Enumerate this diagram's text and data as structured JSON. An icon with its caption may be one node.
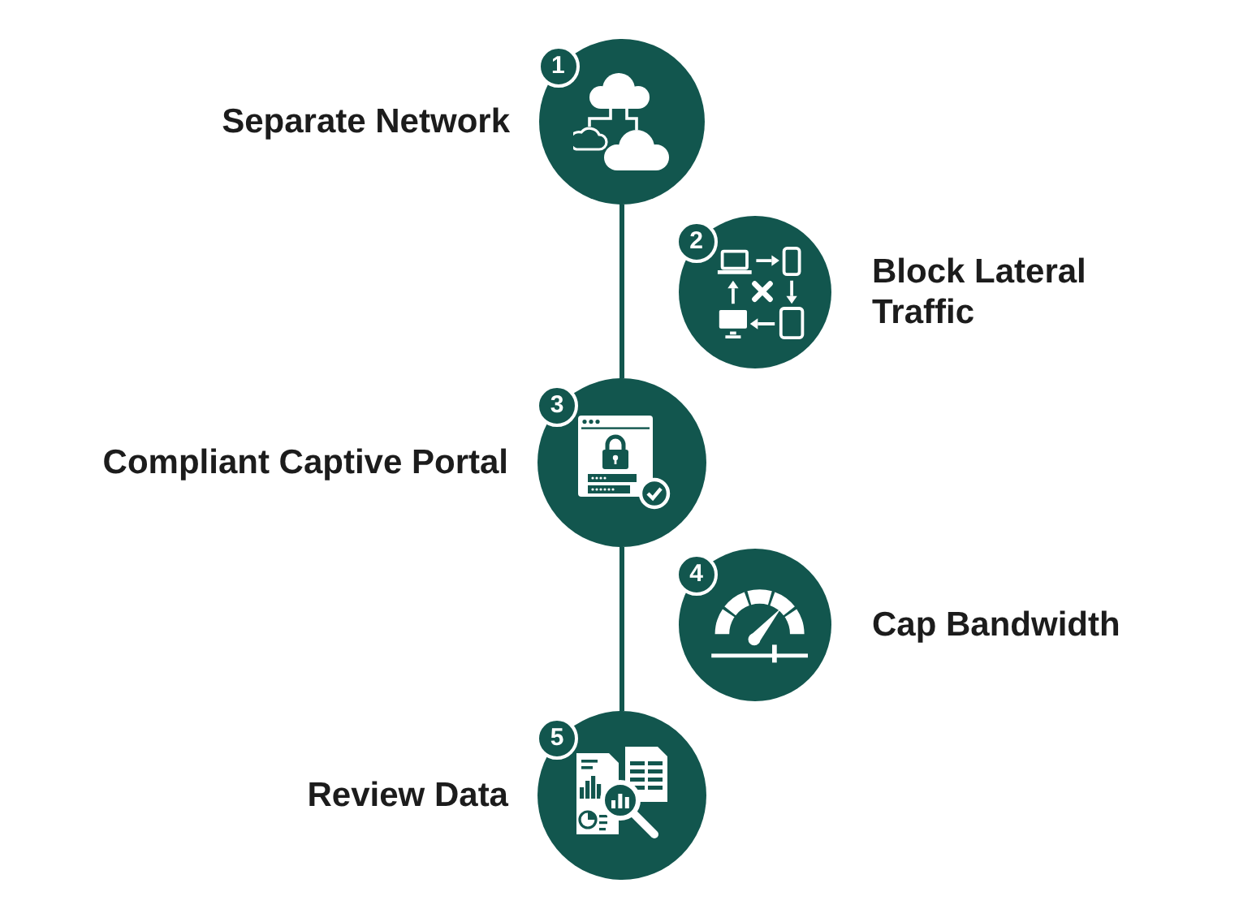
{
  "diagram": {
    "nodes": [
      {
        "text": [
          "1"
        ],
        "beside": [
          "Separate Network"
        ]
      },
      {
        "text": [
          "2"
        ],
        "beside": [
          "Block Lateral Traffic"
        ]
      },
      {
        "text": [
          "3"
        ],
        "beside": [
          "Compliant Captive Portal"
        ]
      },
      {
        "text": [
          "4"
        ],
        "beside": [
          "Cap Bandwidth"
        ]
      },
      {
        "text": [
          "5"
        ],
        "beside": [
          "Review Data"
        ]
      }
    ],
    "edges": [
      {
        "from": 0,
        "to": 2,
        "arrow": "none"
      },
      {
        "from": 2,
        "to": 4,
        "arrow": "none"
      }
    ]
  }
}
